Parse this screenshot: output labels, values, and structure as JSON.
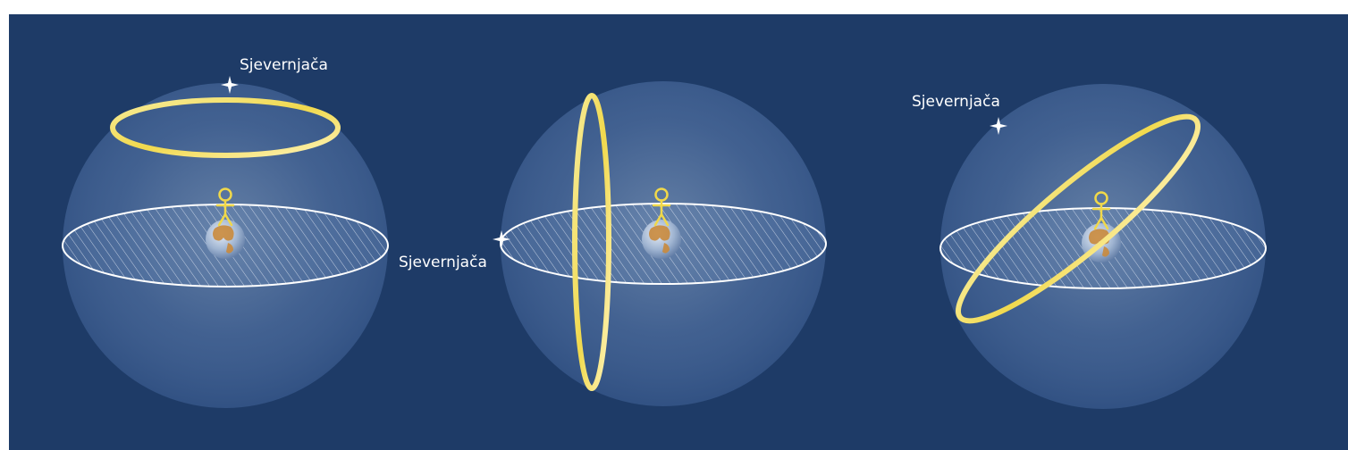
{
  "figure": {
    "panels": [
      {
        "id": "pole-view",
        "star_label": "Sjevernjača"
      },
      {
        "id": "equator-view",
        "star_label": "Sjevernjača"
      },
      {
        "id": "mid-latitude-view",
        "star_label": "Sjevernjača"
      }
    ]
  },
  "colors": {
    "background": "#1c3a66",
    "ring": "#f0dc6a",
    "label": "#ffffff"
  }
}
